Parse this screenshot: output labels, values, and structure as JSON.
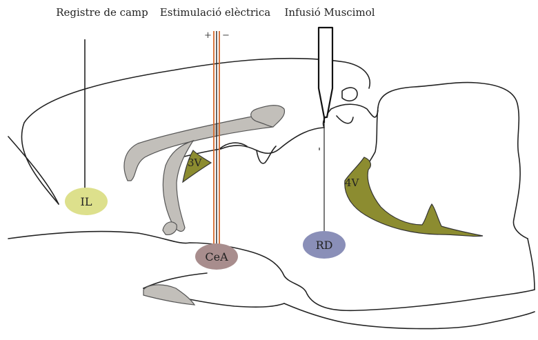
{
  "labels": {
    "recording": "Registre de camp",
    "stimulation": "Estimulació elèctrica",
    "infusion": "Infusió Muscimol"
  },
  "electrode_signs": {
    "plus": "+",
    "minus": "−"
  },
  "ventricles": {
    "third": "3V",
    "fourth": "4V"
  },
  "regions": {
    "il": "IL",
    "cea": "CeA",
    "rd": "RD"
  },
  "colors": {
    "il": "#dde08c",
    "cea": "#a88d8d",
    "rd": "#8a8fb8",
    "ventricle": "#8c8c30",
    "structures": "#c2bfba",
    "stim_electrode": "#d4672a",
    "outline": "#222222"
  }
}
